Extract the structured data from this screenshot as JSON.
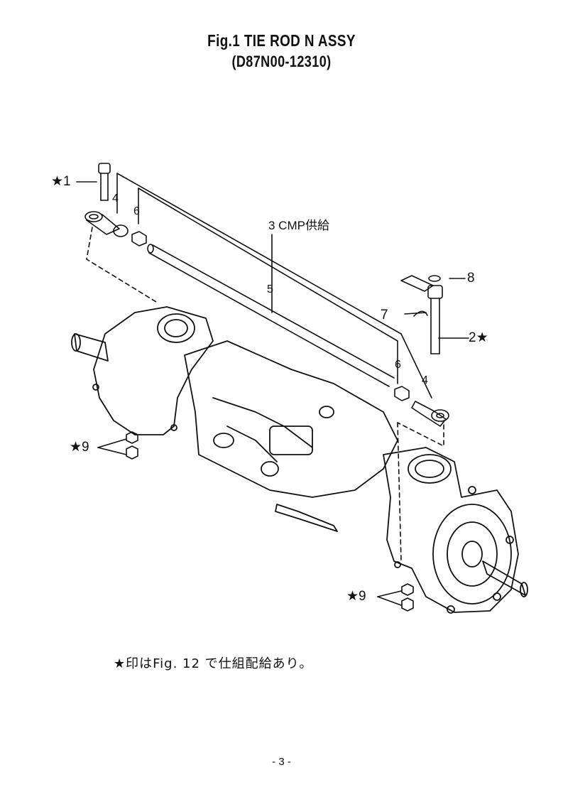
{
  "title": "Fig.1  TIE  ROD  N  ASSY",
  "part_number": "(D87N00-12310)",
  "callouts": {
    "c1": "★1",
    "c2": "2★",
    "c3": "3  CMP供給",
    "c4a": "4",
    "c4b": "4",
    "c5": "5",
    "c6a": "6",
    "c6b": "6",
    "c7": "7",
    "c8": "8",
    "c9a": "★9",
    "c9b": "★9"
  },
  "note": "★印はFig. 12 で仕組配給あり。",
  "page": "- 3 -"
}
